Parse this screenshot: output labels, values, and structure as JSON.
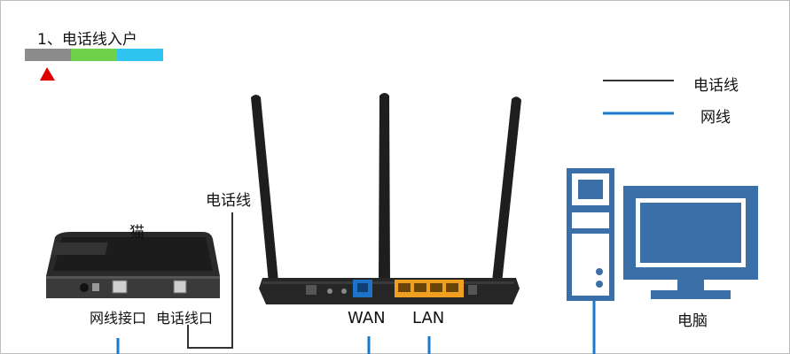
{
  "step": {
    "title": "1、电话线入户",
    "bar_colors": [
      "#8c8c8c",
      "#6fd04c",
      "#2ec3f0"
    ],
    "active_marker_color": "#e00000"
  },
  "legend": {
    "items": [
      {
        "label": "电话线",
        "color": "#333333"
      },
      {
        "label": "网线",
        "color": "#1a7ac9"
      }
    ]
  },
  "modem": {
    "label": "猫",
    "ports": {
      "lan": "网线接口",
      "phone": "电话线口"
    }
  },
  "phone_line_label": "电话线",
  "router": {
    "wan_label": "WAN",
    "lan_label": "LAN",
    "wan_color": "#1e73c8",
    "lan_color": "#f0a020"
  },
  "computer": {
    "label": "电脑",
    "color": "#3b6fa8"
  }
}
